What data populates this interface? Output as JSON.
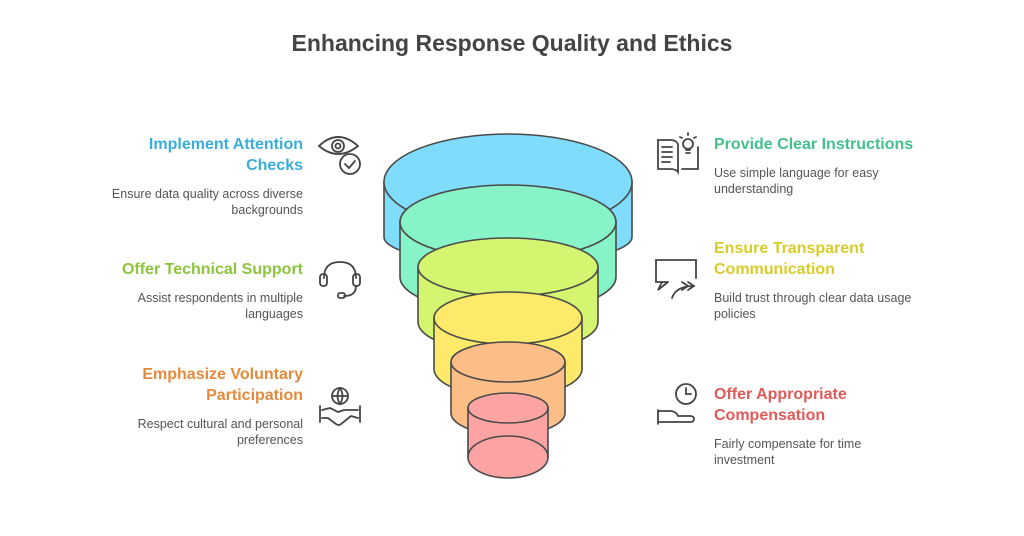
{
  "title": "Enhancing Response Quality and Ethics",
  "left_items": [
    {
      "title": "Implement Attention Checks",
      "description": "Ensure data quality across diverse backgrounds",
      "color": "#3aaed8",
      "icon": "eye-check-icon"
    },
    {
      "title": "Offer Technical Support",
      "description": "Assist respondents in multiple languages",
      "color": "#8cc43c",
      "icon": "headset-icon"
    },
    {
      "title": "Emphasize Voluntary Participation",
      "description": "Respect cultural and personal preferences",
      "color": "#e38a3c",
      "icon": "handshake-globe-icon"
    }
  ],
  "right_items": [
    {
      "title": "Provide Clear Instructions",
      "description": "Use simple language for easy understanding",
      "color": "#44c08a",
      "icon": "book-lightbulb-icon"
    },
    {
      "title": "Ensure Transparent Communication",
      "description": "Build trust through clear data usage policies",
      "color": "#d8cc2a",
      "icon": "speech-bubble-arrow-icon"
    },
    {
      "title": "Offer Appropriate Compensation",
      "description": "Fairly compensate for time investment",
      "color": "#e05a5a",
      "icon": "hand-clock-icon"
    }
  ],
  "funnel_colors": [
    "#7fdcfb",
    "#86f4c6",
    "#d4f56f",
    "#fde96a",
    "#fdbd87",
    "#fca4a4"
  ]
}
